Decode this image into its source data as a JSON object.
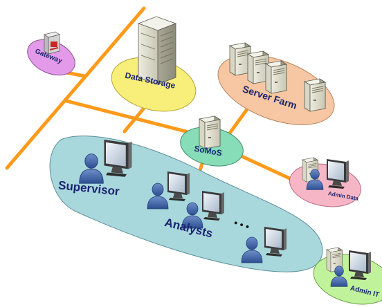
{
  "nodes": {
    "gateway": {
      "label": "Gateway",
      "color": "#e39ae8"
    },
    "data_storage": {
      "label": "Data Storage",
      "color": "#f8ee7a"
    },
    "server_farm": {
      "label": "Server Farm",
      "color": "#f7c7a3"
    },
    "somos": {
      "label": "SoMoS",
      "color": "#86ddb7"
    },
    "admin_data": {
      "label": "Admin Data",
      "color": "#f6b6c6"
    },
    "admin_it": {
      "label": "Admin IT",
      "color": "#bff29a"
    }
  },
  "groups": {
    "supervisor": {
      "label": "Supervisor"
    },
    "analysts": {
      "label": "Analysts",
      "ellipsis": "• • •"
    },
    "team_zone_color": "#a8d7dc"
  },
  "network_line_color": "#ff9a1a"
}
